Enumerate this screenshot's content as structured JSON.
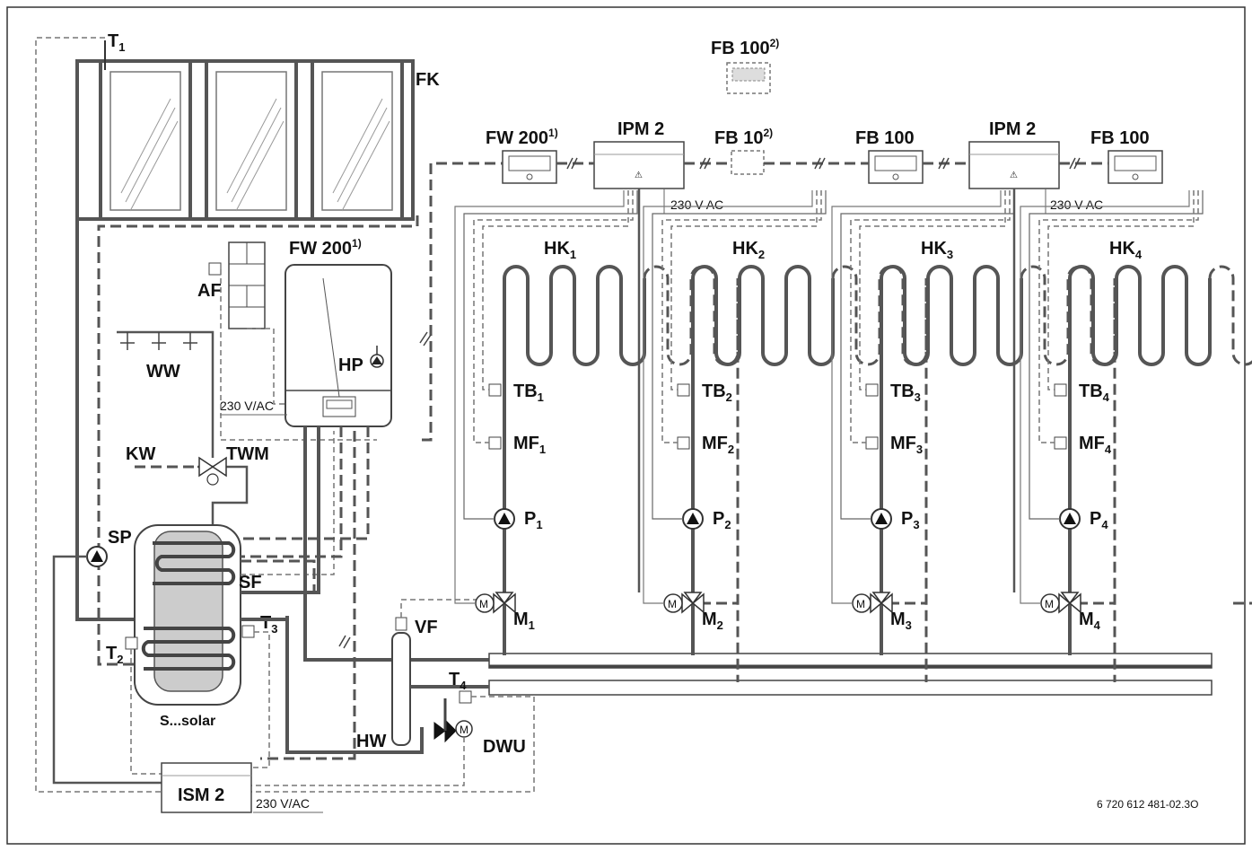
{
  "labels": {
    "t1": "T",
    "t1_sub": "1",
    "fk": "FK",
    "fb100_top": "FB 100",
    "fb100_top_sup": "2)",
    "fw200_top": "FW 200",
    "fw200_top_sup": "1)",
    "ipm2_a": "IPM 2",
    "fb10": "FB 10",
    "fb10_sup": "2)",
    "fb100_a": "FB 100",
    "ipm2_b": "IPM 2",
    "fb100_b": "FB  100",
    "v230_a": "230 V AC",
    "v230_b": "230 V AC",
    "fw200_boiler": "FW 200",
    "fw200_boiler_sup": "1)",
    "af": "AF",
    "ww": "WW",
    "hp": "HP",
    "v230_boiler": "230 V/AC",
    "kw": "KW",
    "twm": "TWM",
    "sp": "SP",
    "sf": "SF",
    "t2": "T",
    "t2_sub": "2",
    "t3": "T",
    "t3_sub": "3",
    "storage": "S...solar",
    "vf": "VF",
    "t4": "T",
    "t4_sub": "4",
    "hw": "HW",
    "dwu": "DWU",
    "ism2": "ISM 2",
    "v230_ism": "230 V/AC",
    "figure_code": "6 720 612 481-02.3O",
    "m_symbol": "M"
  },
  "circuits": [
    {
      "hk": "HK",
      "hk_sub": "1",
      "tb": "TB",
      "tb_sub": "1",
      "mf": "MF",
      "mf_sub": "1",
      "p": "P",
      "p_sub": "1",
      "m": "M",
      "m_sub": "1"
    },
    {
      "hk": "HK",
      "hk_sub": "2",
      "tb": "TB",
      "tb_sub": "2",
      "mf": "MF",
      "mf_sub": "2",
      "p": "P",
      "p_sub": "2",
      "m": "M",
      "m_sub": "2"
    },
    {
      "hk": "HK",
      "hk_sub": "3",
      "tb": "TB",
      "tb_sub": "3",
      "mf": "MF",
      "mf_sub": "3",
      "p": "P",
      "p_sub": "3",
      "m": "M",
      "m_sub": "3"
    },
    {
      "hk": "HK",
      "hk_sub": "4",
      "tb": "TB",
      "tb_sub": "4",
      "mf": "MF",
      "mf_sub": "4",
      "p": "P",
      "p_sub": "4",
      "m": "M",
      "m_sub": "4"
    }
  ]
}
